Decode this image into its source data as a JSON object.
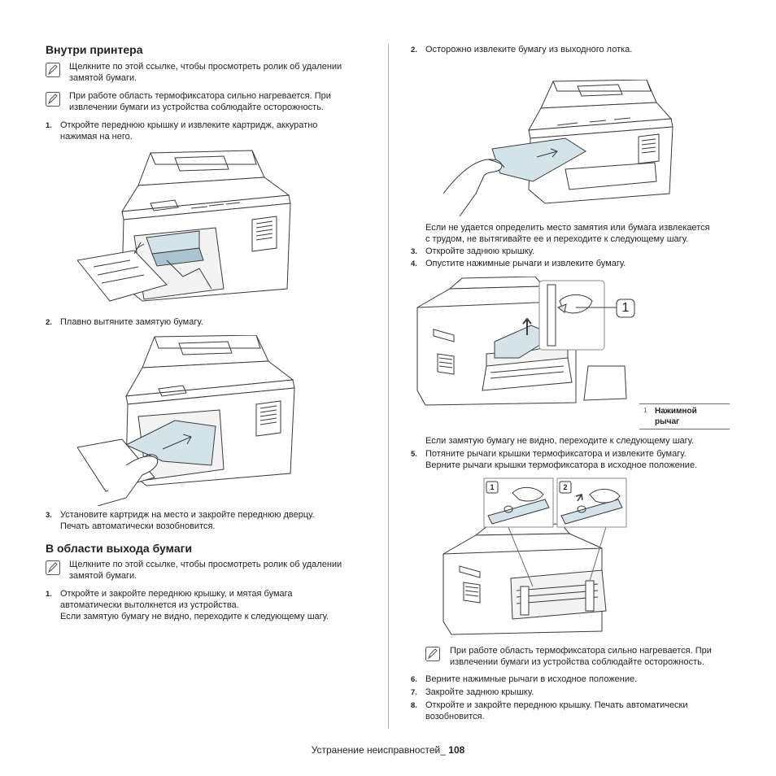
{
  "left": {
    "section1_title": "Внутри принтера",
    "note1": [
      "Щелкните по этой ссылке, чтобы просмотреть ролик об удалении",
      "замятой бумаги."
    ],
    "note2": [
      "При работе область термофиксатора сильно нагревается. При",
      "извлечении бумаги из устройства соблюдайте осторожность."
    ],
    "step1_num": "1.",
    "step1": [
      "Откройте переднюю крышку и извлеките картридж, аккуратно",
      "нажимая на него."
    ],
    "step2_num": "2.",
    "step2": "Плавно вытяните замятую бумагу.",
    "step3_num": "3.",
    "step3": [
      "Установите картридж на место и закройте переднюю дверцу.",
      "Печать автоматически возобновится."
    ],
    "section2_title": "В области выхода бумаги",
    "note3": [
      "Щелкните по этой ссылке, чтобы просмотреть ролик об удалении",
      "замятой бумаги."
    ],
    "b_step1_num": "1.",
    "b_step1": [
      "Откройте и закройте переднюю крышку, и мятая бумага",
      "автоматически вытолкнется из устройства.",
      "Если замятую бумагу не видно, переходите к следующему шагу."
    ]
  },
  "right": {
    "step2_num": "2.",
    "step2": "Осторожно извлеките бумагу из выходного лотка.",
    "para1": [
      "Если не удается определить место замятия или бумага извлекается",
      "с трудом, не вытягивайте ее и переходите к следующему шагу."
    ],
    "step3_num": "3.",
    "step3": "Откройте заднюю крышку.",
    "step4_num": "4.",
    "step4": "Опустите нажимные рычаги и извлеките бумагу.",
    "callout": "1",
    "legend_num": "1",
    "legend_text": [
      "Нажимной",
      "рычаг"
    ],
    "para2": "Если замятую бумагу не видно, переходите к следующему шагу.",
    "step5_num": "5.",
    "step5": [
      "Потяните рычаги крышки термофиксатора и извлеките бумагу.",
      "Верните рычаги крышки термофиксатора в исходное положение."
    ],
    "inset1": "1",
    "inset2": "2",
    "note4": [
      "При работе область термофиксатора сильно нагревается. При",
      "извлечении бумаги из устройства соблюдайте осторожность."
    ],
    "step6_num": "6.",
    "step6": "Верните нажимные рычаги в исходное положение.",
    "step7_num": "7.",
    "step7": "Закройте заднюю крышку.",
    "step8_num": "8.",
    "step8": [
      "Откройте и закройте переднюю крышку. Печать автоматически",
      "возобновится."
    ]
  },
  "footer": {
    "text": "Устранение неисправностей_ ",
    "page": "108"
  },
  "colors": {
    "paper": "#d4e3ea",
    "paper_dark": "#a9c4cf",
    "line": "#3a3a3a",
    "rule": "#b8b8b8"
  },
  "icons": [
    "note-pencil-icon"
  ]
}
